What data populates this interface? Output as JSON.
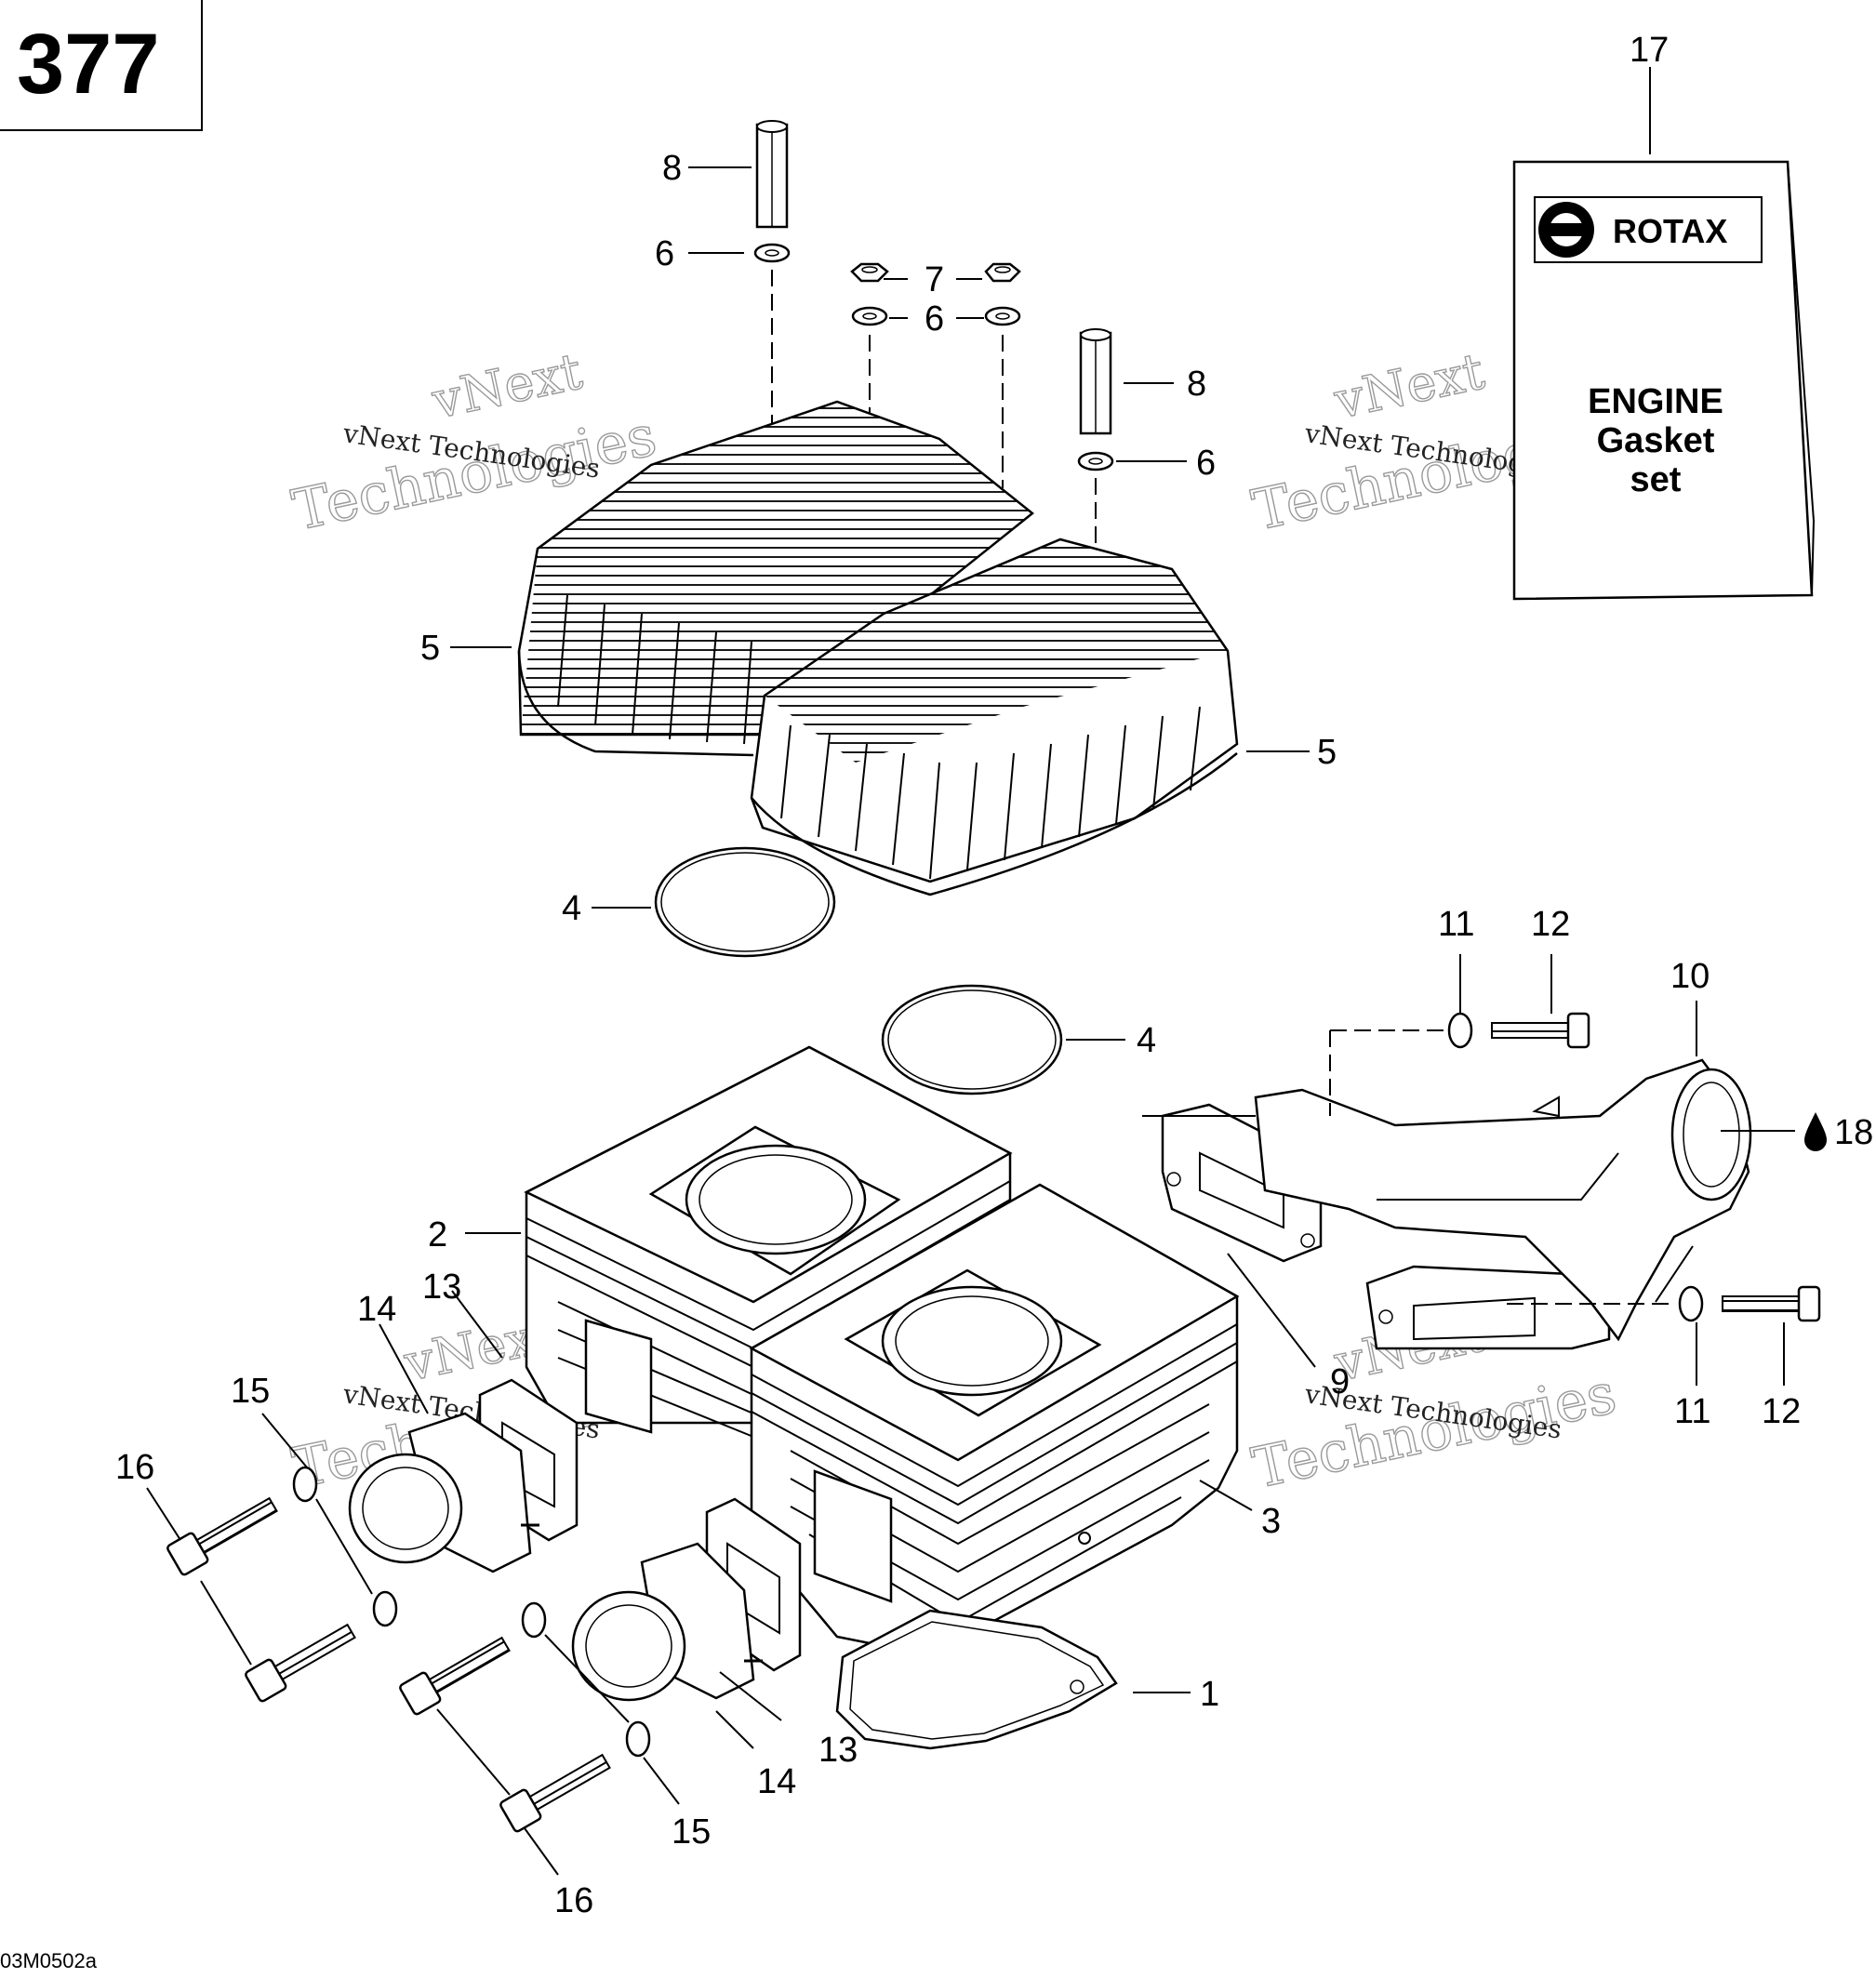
{
  "page": {
    "number": "377",
    "drawing_code": "03M0502a"
  },
  "watermark": {
    "line1": "vNext",
    "line2": "Technologies",
    "small": "vNext Technologies"
  },
  "kit": {
    "brand": "ROTAX",
    "line1": "ENGINE",
    "line2": "Gasket",
    "line3": "set"
  },
  "callouts": [
    {
      "id": "c1",
      "label": "1"
    },
    {
      "id": "c2",
      "label": "2"
    },
    {
      "id": "c3",
      "label": "3"
    },
    {
      "id": "c4a",
      "label": "4"
    },
    {
      "id": "c4b",
      "label": "4"
    },
    {
      "id": "c5a",
      "label": "5"
    },
    {
      "id": "c5b",
      "label": "5"
    },
    {
      "id": "c6a",
      "label": "6"
    },
    {
      "id": "c6b",
      "label": "6"
    },
    {
      "id": "c6c",
      "label": "6"
    },
    {
      "id": "c7",
      "label": "7"
    },
    {
      "id": "c8a",
      "label": "8"
    },
    {
      "id": "c8b",
      "label": "8"
    },
    {
      "id": "c9",
      "label": "9"
    },
    {
      "id": "c10",
      "label": "10"
    },
    {
      "id": "c11a",
      "label": "11"
    },
    {
      "id": "c11b",
      "label": "11"
    },
    {
      "id": "c12a",
      "label": "12"
    },
    {
      "id": "c12b",
      "label": "12"
    },
    {
      "id": "c13a",
      "label": "13"
    },
    {
      "id": "c13b",
      "label": "13"
    },
    {
      "id": "c14a",
      "label": "14"
    },
    {
      "id": "c14b",
      "label": "14"
    },
    {
      "id": "c15a",
      "label": "15"
    },
    {
      "id": "c15b",
      "label": "15"
    },
    {
      "id": "c16a",
      "label": "16"
    },
    {
      "id": "c16b",
      "label": "16"
    },
    {
      "id": "c17",
      "label": "17"
    },
    {
      "id": "c18",
      "label": "18"
    }
  ]
}
